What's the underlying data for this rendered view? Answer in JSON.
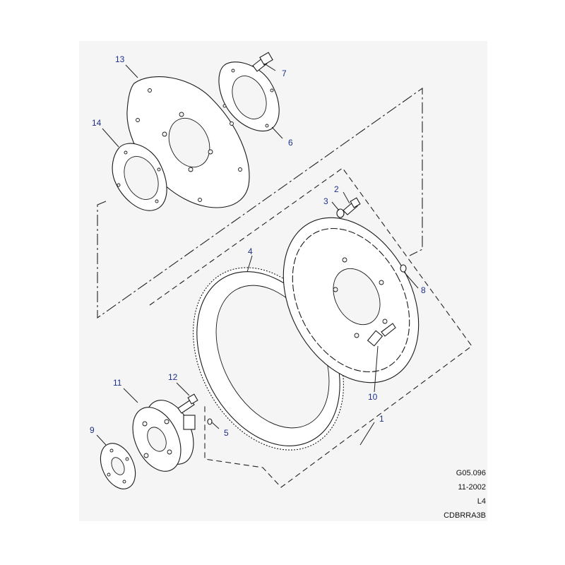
{
  "callouts": [
    {
      "id": "c1",
      "label": "1"
    },
    {
      "id": "c2",
      "label": "2"
    },
    {
      "id": "c3",
      "label": "3"
    },
    {
      "id": "c4",
      "label": "4"
    },
    {
      "id": "c5",
      "label": "5"
    },
    {
      "id": "c6",
      "label": "6"
    },
    {
      "id": "c7",
      "label": "7"
    },
    {
      "id": "c8",
      "label": "8"
    },
    {
      "id": "c9",
      "label": "9"
    },
    {
      "id": "c10",
      "label": "10"
    },
    {
      "id": "c11",
      "label": "11"
    },
    {
      "id": "c12",
      "label": "12"
    },
    {
      "id": "c13",
      "label": "13"
    },
    {
      "id": "c14",
      "label": "14"
    }
  ],
  "reference": {
    "figure_code": "G05.096",
    "date": "11-2002",
    "variant": "L4",
    "part_code": "CDBRRA3B"
  },
  "colors": {
    "callout_text": "#1c2f8a",
    "panel_background": "#f5f5f5",
    "line": "#1a1a1a"
  }
}
